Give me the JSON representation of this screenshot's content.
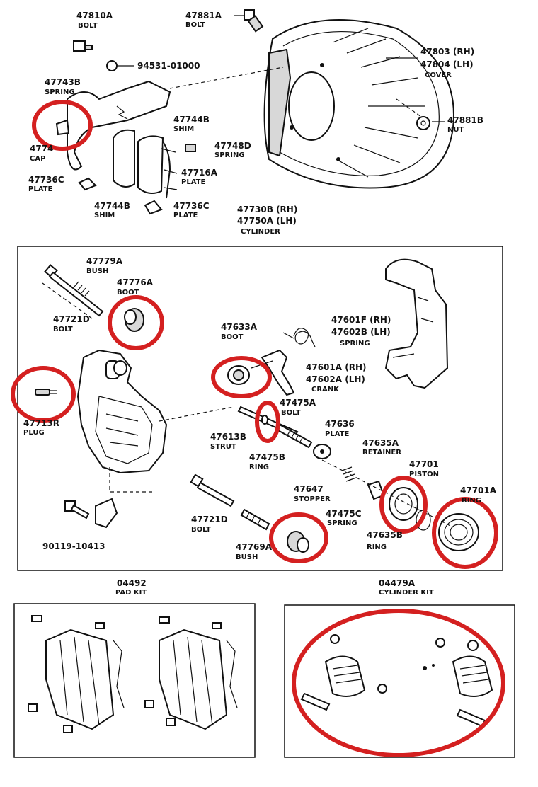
{
  "highlight_color": "#d42020",
  "labels": {
    "l47810A": {
      "num": "47810A",
      "name": "BOLT"
    },
    "l47881A": {
      "num": "47881A",
      "name": "BOLT"
    },
    "l94531": {
      "num": "94531-01000"
    },
    "l47743B": {
      "num": "47743B",
      "name": "SPRING"
    },
    "l4774x": {
      "num": "4774",
      "name": "CAP"
    },
    "l47744B_top": {
      "num": "47744B",
      "name": "SHIM"
    },
    "l47748D": {
      "num": "47748D",
      "name": "SPRING"
    },
    "l47736C_left": {
      "num": "47736C",
      "name": "PLATE"
    },
    "l47716A": {
      "num": "47716A",
      "name": "PLATE"
    },
    "l47744B_bot": {
      "num": "47744B",
      "name": "SHIM"
    },
    "l47736C_bot": {
      "num": "47736C",
      "name": "PLATE"
    },
    "l47803": {
      "num": "47803 (RH)"
    },
    "l47804": {
      "num": "47804 (LH)",
      "name": "COVER"
    },
    "l47881B": {
      "num": "47881B",
      "name": "NUT"
    },
    "l47730B": {
      "num": "47730B (RH)"
    },
    "l47750A": {
      "num": "47750A (LH)",
      "name": "CYLINDER"
    },
    "l47779A": {
      "num": "47779A",
      "name": "BUSH"
    },
    "l47776A": {
      "num": "47776A",
      "name": "BOOT"
    },
    "l47721D_top": {
      "num": "47721D",
      "name": "BOLT"
    },
    "l47633A": {
      "num": "47633A",
      "name": "BOOT"
    },
    "l47601F": {
      "num": "47601F (RH)"
    },
    "l47602B": {
      "num": "47602B (LH)",
      "name": "SPRING"
    },
    "l47601A": {
      "num": "47601A (RH)"
    },
    "l47602A": {
      "num": "47602A (LH)",
      "name": "CRANK"
    },
    "l47713R": {
      "num": "47713R",
      "name": "PLUG"
    },
    "l47475A": {
      "num": "47475A",
      "name": "BOLT"
    },
    "l47613B": {
      "num": "47613B",
      "name": "STRUT"
    },
    "l47636": {
      "num": "47636",
      "name": "PLATE"
    },
    "l47475B": {
      "num": "47475B",
      "name": "RING"
    },
    "l47635A": {
      "num": "47635A",
      "name": "RETAINER"
    },
    "l47701": {
      "num": "47701",
      "name": "PISTON"
    },
    "l47701A": {
      "num": "47701A",
      "name": "RING"
    },
    "l47647": {
      "num": "47647",
      "name": "STOPPER"
    },
    "l47475C": {
      "num": "47475C",
      "name": "SPRING"
    },
    "l47635B": {
      "num": "47635B",
      "name": "RING"
    },
    "l47721D_bot": {
      "num": "47721D",
      "name": "BOLT"
    },
    "l47769A": {
      "num": "47769A",
      "name": "BUSH"
    },
    "l90119": {
      "num": "90119-10413"
    },
    "l04492": {
      "num": "04492",
      "name": "PAD KIT"
    },
    "l04479A": {
      "num": "04479A",
      "name": "CYLINDER KIT"
    }
  }
}
